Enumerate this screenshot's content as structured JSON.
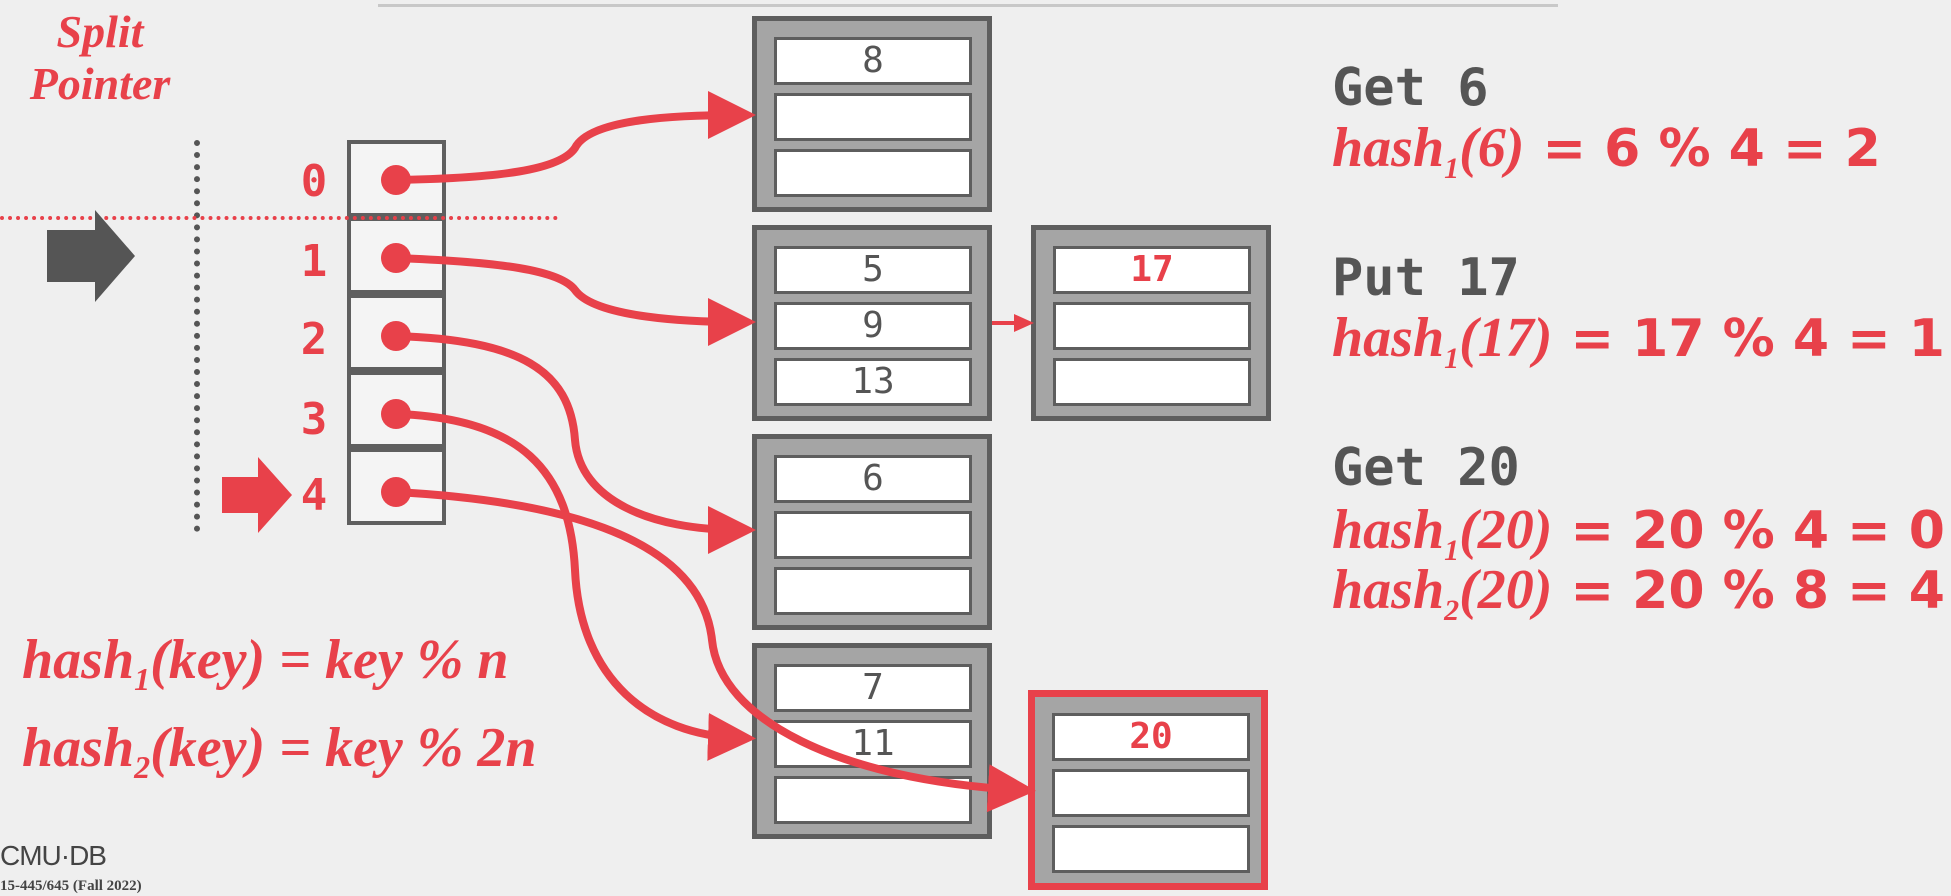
{
  "split_pointer": {
    "line1": "Split",
    "line2": "Pointer"
  },
  "directory": {
    "indexes": [
      "0",
      "1",
      "2",
      "3",
      "4"
    ]
  },
  "buckets": {
    "b0": [
      "8",
      "",
      ""
    ],
    "b1": [
      "5",
      "9",
      "13"
    ],
    "b1_overflow": [
      "17",
      "",
      ""
    ],
    "b2": [
      "6",
      "",
      ""
    ],
    "b3": [
      "7",
      "11",
      ""
    ],
    "b4": [
      "20",
      "",
      ""
    ]
  },
  "operations": {
    "get6": {
      "title": "Get 6",
      "fn": "hash",
      "sub": "1",
      "arg": "(6)",
      "calc": "=  6 % 4 = 2"
    },
    "put17": {
      "title": "Put 17",
      "fn": "hash",
      "sub": "1",
      "arg": "(17)",
      "calc": "=  17 % 4 = 1"
    },
    "get20": {
      "title": "Get 20",
      "line1": {
        "fn": "hash",
        "sub": "1",
        "arg": "(20)",
        "calc": "=  20 % 4 = 0"
      },
      "line2": {
        "fn": "hash",
        "sub": "2",
        "arg": "(20)",
        "calc": "=  20 % 8 = 4"
      }
    }
  },
  "formulas": {
    "f1": {
      "fn": "hash",
      "sub": "1",
      "rest": "(key) = key % n"
    },
    "f2": {
      "fn": "hash",
      "sub": "2",
      "rest": "(key) = key % 2n"
    }
  },
  "footer": {
    "logo": "CMU·DB",
    "course": "15-445/645 (Fall 2022)"
  },
  "colors": {
    "accent": "#e8414a",
    "dark_gray": "#5e5e5e",
    "bucket_fill": "#a5a5a5",
    "background": "#efefef"
  }
}
